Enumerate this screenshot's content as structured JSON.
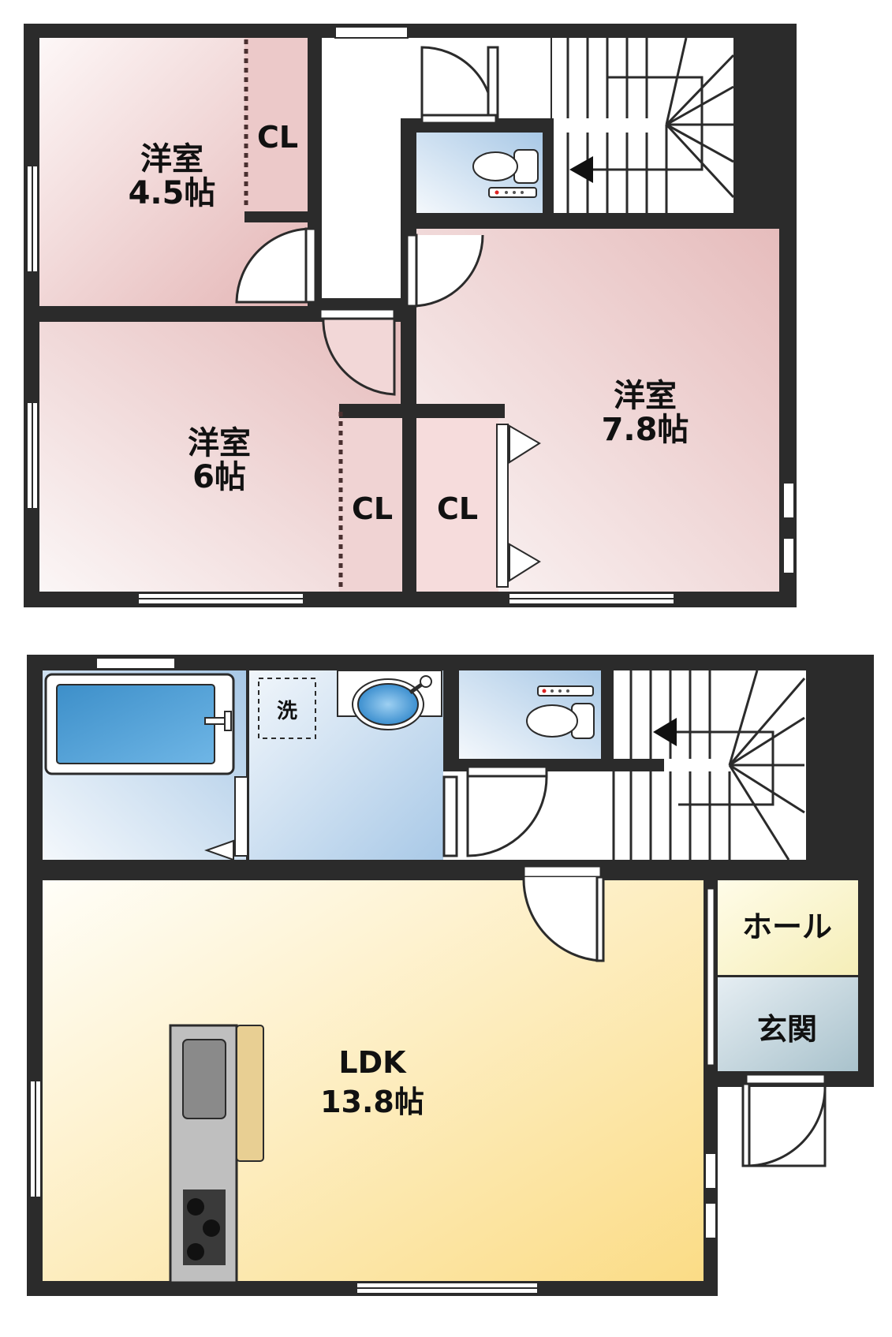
{
  "floor2": {
    "room_nw": {
      "name": "洋室",
      "size": "4.5帖"
    },
    "room_sw": {
      "name": "洋室",
      "size": "6帖"
    },
    "room_e": {
      "name": "洋室",
      "size": "7.8帖"
    },
    "closets": [
      "CL",
      "CL",
      "CL"
    ]
  },
  "floor1": {
    "ldk": {
      "name": "LDK",
      "size": "13.8帖"
    },
    "hall": "ホール",
    "entrance": "玄関",
    "washer": "洗"
  },
  "colors": {
    "wall": "#2b2b2b",
    "pink_light": "#fbf1f1",
    "pink_dark": "#e6b9b9",
    "blue_light": "#eef4fb",
    "blue_dark": "#a9c9e6",
    "yellow_light": "#fffdf3",
    "yellow_dark": "#fbdf8e"
  }
}
